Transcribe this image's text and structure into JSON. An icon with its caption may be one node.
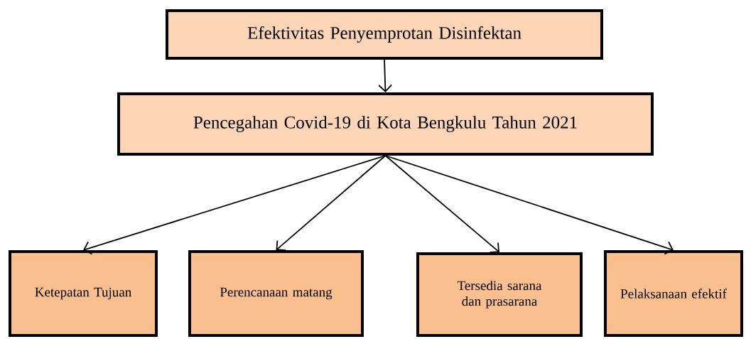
{
  "diagram": {
    "nodes": [
      {
        "text": [
          "Efektivitas Penyemprotan Disinfektan"
        ]
      },
      {
        "text": [
          "Pencegahan Covid-19 di Kota Bengkulu Tahun 2021"
        ]
      },
      {
        "text": [
          "Ketepatan Tujuan"
        ]
      },
      {
        "text": [
          "Perencanaan matang"
        ]
      },
      {
        "text": [
          "Tersedia sarana dan prasarana"
        ]
      },
      {
        "text": [
          "Pelaksanaan efektif"
        ]
      }
    ],
    "edges": [
      {
        "from": 0,
        "to": 1,
        "arrow": "to"
      },
      {
        "from": 1,
        "to": 2,
        "arrow": "to"
      },
      {
        "from": 1,
        "to": 3,
        "arrow": "to"
      },
      {
        "from": 1,
        "to": 4,
        "arrow": "to"
      },
      {
        "from": 1,
        "to": 5,
        "arrow": "to"
      }
    ]
  }
}
